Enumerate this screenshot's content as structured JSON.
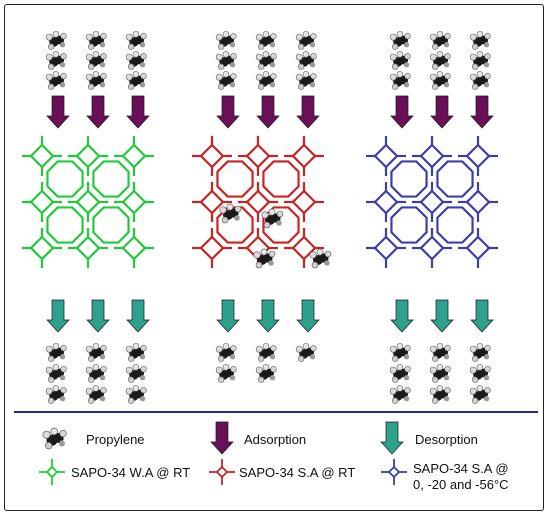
{
  "colors": {
    "wa_framework": "#22c93a",
    "sa_rt_framework": "#cc2222",
    "sa_cold_framework": "#3d3fa6",
    "adsorption_arrow": "#6a0f5a",
    "desorption_arrow": "#2fa08c",
    "separator_line": "#1c2a9c",
    "molecule": "#1a1a1a"
  },
  "legend": {
    "propylene": "Propylene",
    "adsorption": "Adsorption",
    "desorption": "Desorption",
    "sapo_wa_rt": "SAPO-34 W.A @ RT",
    "sapo_sa_rt": "SAPO-34 S.A @ RT",
    "sapo_sa_cold_line1": "SAPO-34 S.A @",
    "sapo_sa_cold_line2": "0, -20 and -56°C"
  },
  "panels": [
    {
      "id": "wa",
      "framework": "SAPO-34 W.A @ RT",
      "molecules_in": 9,
      "molecules_adsorbed": 0,
      "molecules_out": 9
    },
    {
      "id": "sa-rt",
      "framework": "SAPO-34 S.A @ RT",
      "molecules_in": 9,
      "molecules_adsorbed": 4,
      "molecules_out": 5
    },
    {
      "id": "sa-cold",
      "framework": "SAPO-34 S.A @ 0, -20 and -56°C",
      "molecules_in": 9,
      "molecules_adsorbed": 0,
      "molecules_out": 9
    }
  ]
}
